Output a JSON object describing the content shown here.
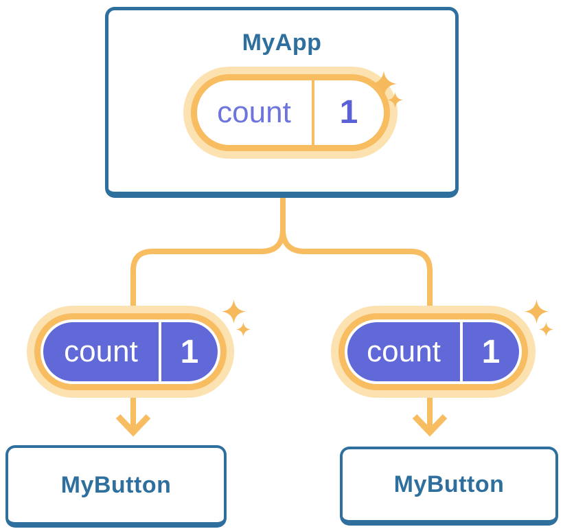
{
  "root_card": {
    "title": "MyApp",
    "state": {
      "label": "count",
      "value": "1"
    }
  },
  "children": [
    {
      "title": "MyButton",
      "prop": {
        "label": "count",
        "value": "1"
      }
    },
    {
      "title": "MyButton",
      "prop": {
        "label": "count",
        "value": "1"
      }
    }
  ],
  "colors": {
    "card_border_blue": "#2e6f9e",
    "title_blue": "#2e6f9e",
    "connector_orange": "#f8bc61",
    "sparkle_orange": "#f6b95c",
    "pill_halo": "#fce2b0",
    "pill_ring_orange": "#f8bc61",
    "pill_fill_purple": "#6169d9",
    "pill_label_purple": "#6d74dc",
    "pill_value_purple": "#5a61d4",
    "pill_interior_white": "#ffffff"
  }
}
